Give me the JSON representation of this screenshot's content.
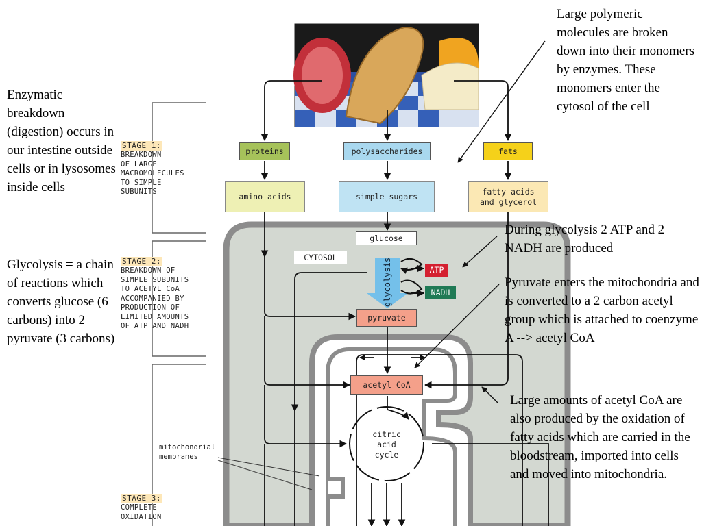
{
  "left_notes": {
    "digestion": "Enzymatic breakdown (digestion) occurs in our intestine outside cells or in lysosomes inside cells",
    "glycolysis": "Glycolysis = a chain of reactions which converts glucose (6 carbons) into 2 pyruvate (3 carbons)"
  },
  "right_notes": {
    "polymers": "Large polymeric molecules are broken down into their monomers by enzymes.  These monomers enter the cytosol of the cell",
    "glycolysis_products": "During glycolysis 2 ATP and 2 NADH are produced",
    "pyruvate": "Pyruvate enters the mitochondria and is converted to a 2 carbon acetyl group which is attached to coenzyme A --> acetyl CoA",
    "fatty_acids": "Large amounts of acetyl CoA are also produced by the oxidation of fatty acids which are carried in the bloodstream, imported into cells and moved into mitochondria."
  },
  "stages": [
    {
      "tag": "STAGE 1:",
      "desc": "BREAKDOWN\nOF LARGE\nMACROMOLECULES\nTO SIMPLE\nSUBUNITS"
    },
    {
      "tag": "STAGE 2:",
      "desc": "BREAKDOWN OF\nSIMPLE SUBUNITS\nTO ACETYL CoA\nACCOMPANIED BY\nPRODUCTION OF\nLIMITED AMOUNTS\nOF ATP AND NADH"
    },
    {
      "tag": "STAGE 3:",
      "desc": "COMPLETE\nOXIDATION"
    }
  ],
  "boxes": {
    "proteins": "proteins",
    "polysaccharides": "polysaccharides",
    "fats": "fats",
    "amino_acids": "amino acids",
    "simple_sugars": "simple sugars",
    "fatty_acids": "fatty acids\nand glycerol",
    "glucose": "glucose",
    "cytosol": "CYTOSOL",
    "glycolysis": "glycolysis",
    "atp": "ATP",
    "nadh": "NADH",
    "pyruvate": "pyruvate",
    "acetyl_coa": "acetyl CoA",
    "citric_cycle": "citric\nacid\ncycle",
    "mito_membranes": "mitochondrial\nmembranes"
  },
  "colors": {
    "proteins": "#a6c25a",
    "polysaccharides": "#a9d8ef",
    "fats": "#f5d11a",
    "amino_acids": "#eef0b4",
    "simple_sugars": "#bfe3f3",
    "fatty_acids": "#fbe8b4",
    "pyruvate": "#f4a08a",
    "acetyl_coa": "#f4a08a",
    "atp": "#d42030",
    "nadh": "#1f7a55",
    "cell_fill": "#d3d8d1",
    "cell_border": "#8c8c8c",
    "glycolysis_arrow": "#74c0ea"
  },
  "image_icon": "food-photo-meat-bread-cheese"
}
